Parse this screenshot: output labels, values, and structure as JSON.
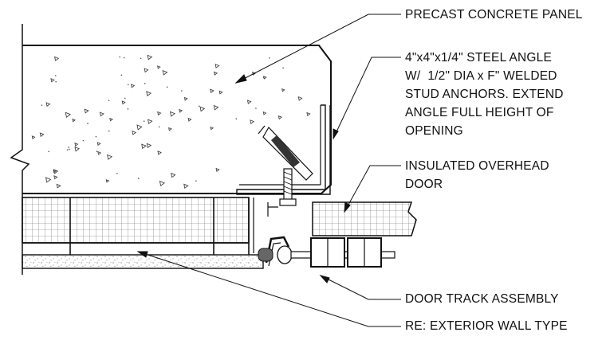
{
  "labels": {
    "panel": "PRECAST CONCRETE PANEL",
    "angle": [
      "4\"x4\"x1/4\" STEEL ANGLE",
      "W/  1/2\" DIA x F\" WELDED",
      "STUD ANCHORS. EXTEND",
      "ANGLE FULL HEIGHT OF",
      "OPENING"
    ],
    "door": [
      "INSULATED OVERHEAD",
      "DOOR"
    ],
    "track": "DOOR TRACK ASSEMBLY",
    "wall": "RE: EXTERIOR WALL TYPE"
  }
}
